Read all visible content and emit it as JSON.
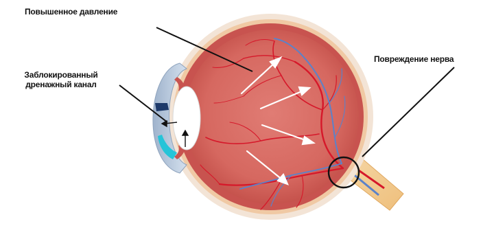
{
  "labels": {
    "increased_pressure": "Повышенное давление",
    "blocked_drain_line1": "Заблокированный",
    "blocked_drain_line2": "дренажный канал",
    "nerve_damage": "Повреждение нерва"
  },
  "colors": {
    "eye_wall": "#c8534f",
    "eye_interior": "#d9716b",
    "sclera_outer": "#f3dccb",
    "cornea": "#b8cbe0",
    "lens": "#ffffff",
    "fluid": "#25c4d8",
    "artery": "#d6182a",
    "vein": "#5b82c9",
    "nerve": "#f2c98c",
    "arrow": "#ffffff",
    "pointer": "#111111"
  },
  "icons": {
    "pressure_arrows": "white-arrow-icon",
    "flow_arrows": "black-arrow-icon",
    "damage_circle": "circle-highlight-icon"
  }
}
